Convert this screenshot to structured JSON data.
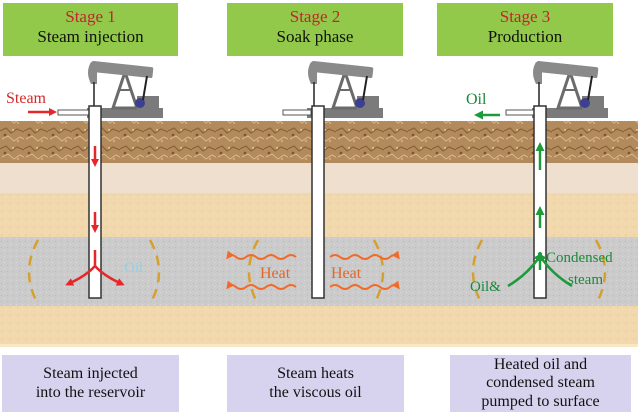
{
  "stages": [
    {
      "stage": "Stage 1",
      "name": "Steam injection",
      "caption": "Steam injected\ninto the reservoir"
    },
    {
      "stage": "Stage 2",
      "name": "Soak phase",
      "caption": "Steam heats\nthe viscous oil"
    },
    {
      "stage": "Stage 3",
      "name": "Production",
      "caption": "Heated oil and\ncondensed steam\npumped to surface"
    }
  ],
  "labels": {
    "steam": "Steam",
    "oil_stage1": "Oil",
    "heat_left": "Heat",
    "heat_right": "Heat",
    "oil_out": "Oil",
    "oil_and": "Oil&",
    "condensed_1": "Condensed",
    "condensed_2": "steam"
  },
  "colors": {
    "header_bg": "#92c94a",
    "caption_bg": "#d7d3ee",
    "stage_text": "#c0262b",
    "steam_arrow": "#e5262a",
    "heat_arrow": "#f26a2a",
    "oil_arrow": "#1d9a3a",
    "oil_text_stage1": "#8fd1e6",
    "steam_label": "#d22a2a",
    "heat_label": "#e0662c",
    "oil_label": "#1a8a3a"
  },
  "icons": [
    "pumpjack-icon",
    "wellbore-icon",
    "arrow-icon",
    "wavy-arrow-icon",
    "dashed-arc-icon"
  ]
}
